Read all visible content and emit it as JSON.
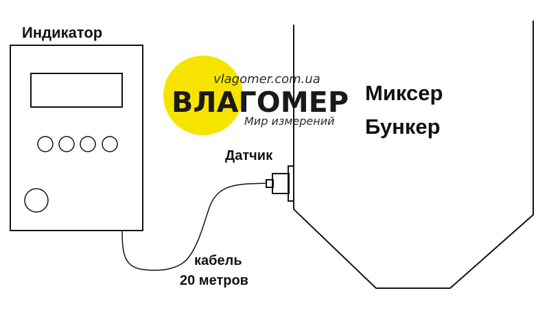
{
  "labels": {
    "indicator": "Индикатор",
    "mixer": "Миксер",
    "bunker": "Бункер",
    "sensor": "Датчик",
    "cable_line1": "кабель",
    "cable_line2": "20 метров"
  },
  "logo": {
    "url": "vlagomer.com.ua",
    "wordmark": "ВЛАГОМЕР",
    "tagline": "Мир измерений",
    "circle_color": "#f6e400"
  },
  "indicator_device": {
    "buttons": 4,
    "knobs": 1
  },
  "colors": {
    "line": "#111111",
    "background": "#ffffff"
  }
}
